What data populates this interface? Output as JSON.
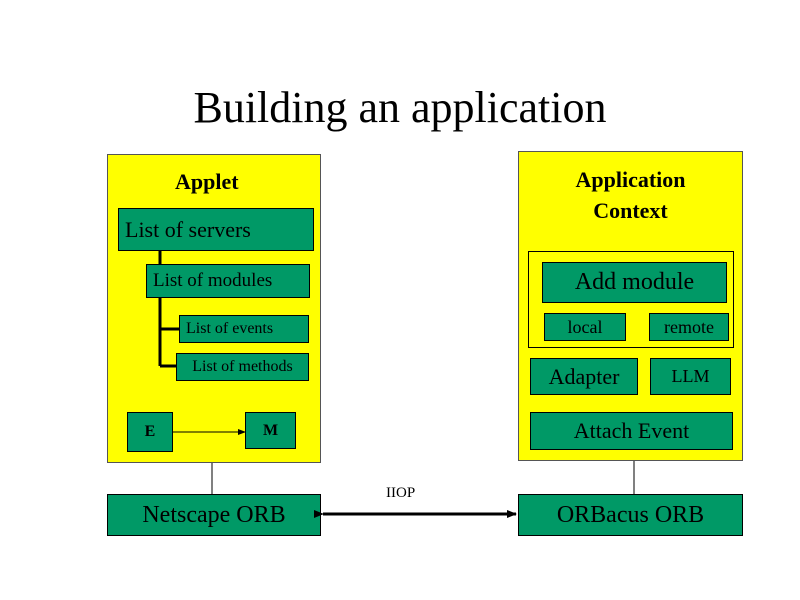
{
  "title": "Building an application",
  "applet": {
    "label": "Applet",
    "list_of_servers": "List of servers",
    "list_of_modules": "List of modules",
    "list_of_events": "List of events",
    "list_of_methods": "List of methods",
    "e_box": "E",
    "m_box": "M"
  },
  "app_context": {
    "label_line1": "Application",
    "label_line2": "Context",
    "add_module": "Add module",
    "local": "local",
    "remote": "remote",
    "adapter": "Adapter",
    "llm": "LLM",
    "attach_event": "Attach Event"
  },
  "orbs": {
    "left": "Netscape ORB",
    "right": "ORBacus ORB",
    "protocol": "IIOP"
  },
  "colors": {
    "panel": "#ffff00",
    "box": "#009966"
  }
}
